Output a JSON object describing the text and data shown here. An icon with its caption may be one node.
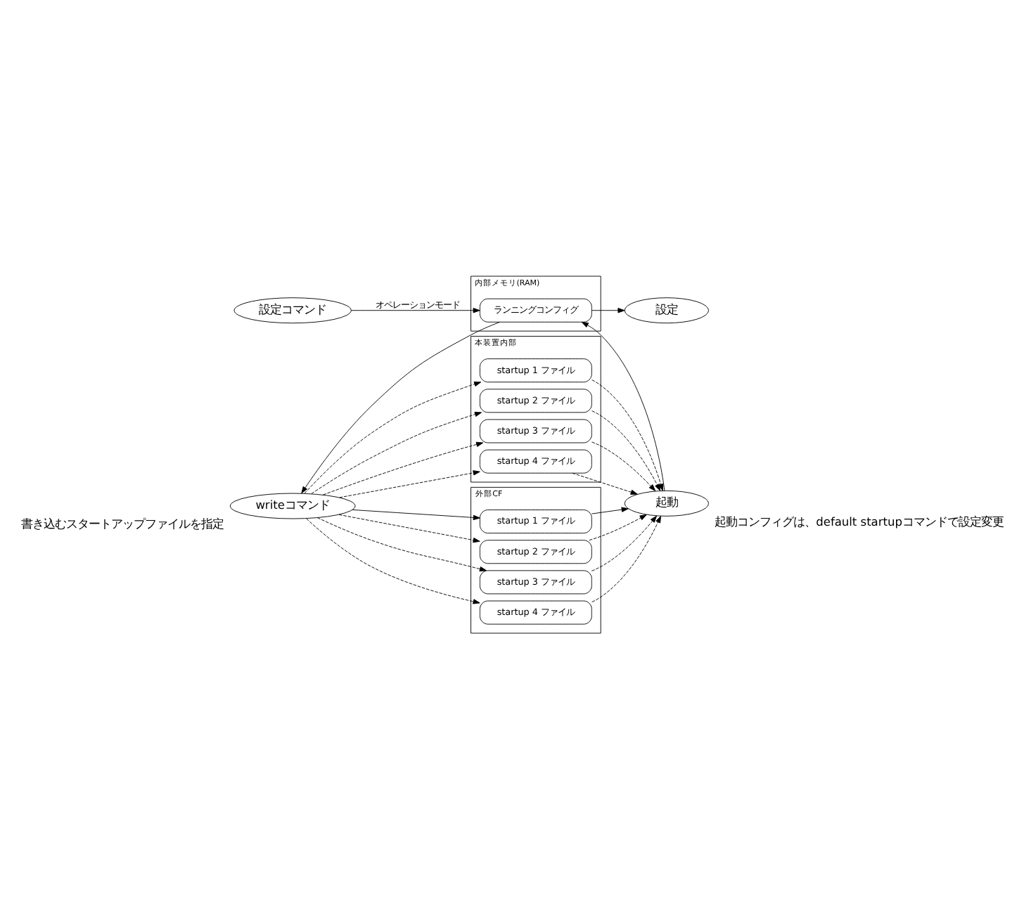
{
  "diagram": {
    "nodes": [
      {
        "text": [
          "設定コマンド"
        ]
      },
      {
        "text": [
          "設定"
        ]
      },
      {
        "text": [
          "内部メモリ(RAM)"
        ]
      },
      {
        "text": [
          "ランニングコンフィグ"
        ],
        "in": 2
      },
      {
        "text": [
          "本装置内部"
        ]
      },
      {
        "text": [
          "startup 1 ファイル"
        ],
        "in": 4
      },
      {
        "text": [
          "startup 2 ファイル"
        ],
        "in": 4
      },
      {
        "text": [
          "startup 3 ファイル"
        ],
        "in": 4
      },
      {
        "text": [
          "startup 4 ファイル"
        ],
        "in": 4
      },
      {
        "text": [
          "writeコマンド"
        ],
        "beside": [
          "書き込むスタートアップファイルを指定"
        ]
      },
      {
        "text": [
          "起動"
        ],
        "beside": [
          "起動コンフィグは、default startupコマンドで設定変更"
        ]
      },
      {
        "text": [
          "外部CF"
        ]
      },
      {
        "text": [
          "startup 1 ファイル"
        ],
        "in": 11
      },
      {
        "text": [
          "startup 2 ファイル"
        ],
        "in": 11
      },
      {
        "text": [
          "startup 3 ファイル"
        ],
        "in": 11
      },
      {
        "text": [
          "startup 4 ファイル"
        ],
        "in": 11
      }
    ],
    "edges": [
      {
        "from": 0,
        "to": 3,
        "arrow": "to",
        "label": "オペレーションモード"
      },
      {
        "from": 3,
        "to": 1,
        "arrow": "to"
      },
      {
        "from": 10,
        "to": 3,
        "arrow": "to"
      },
      {
        "from": 3,
        "to": 9,
        "arrow": "to"
      },
      {
        "from": 9,
        "to": 5,
        "arrow": "to",
        "style": "dashed"
      },
      {
        "from": 9,
        "to": 6,
        "arrow": "to",
        "style": "dashed"
      },
      {
        "from": 9,
        "to": 7,
        "arrow": "to",
        "style": "dashed"
      },
      {
        "from": 9,
        "to": 8,
        "arrow": "to",
        "style": "dashed"
      },
      {
        "from": 9,
        "to": 12,
        "arrow": "to"
      },
      {
        "from": 9,
        "to": 13,
        "arrow": "to",
        "style": "dashed"
      },
      {
        "from": 9,
        "to": 14,
        "arrow": "to",
        "style": "dashed"
      },
      {
        "from": 9,
        "to": 15,
        "arrow": "to",
        "style": "dashed"
      },
      {
        "from": 5,
        "to": 10,
        "arrow": "to",
        "style": "dashed"
      },
      {
        "from": 6,
        "to": 10,
        "arrow": "to",
        "style": "dashed"
      },
      {
        "from": 7,
        "to": 10,
        "arrow": "to",
        "style": "dashed"
      },
      {
        "from": 8,
        "to": 10,
        "arrow": "to",
        "style": "dashed"
      },
      {
        "from": 12,
        "to": 10,
        "arrow": "to"
      },
      {
        "from": 13,
        "to": 10,
        "arrow": "to",
        "style": "dashed"
      },
      {
        "from": 14,
        "to": 10,
        "arrow": "to",
        "style": "dashed"
      },
      {
        "from": 15,
        "to": 10,
        "arrow": "to",
        "style": "dashed"
      }
    ]
  }
}
